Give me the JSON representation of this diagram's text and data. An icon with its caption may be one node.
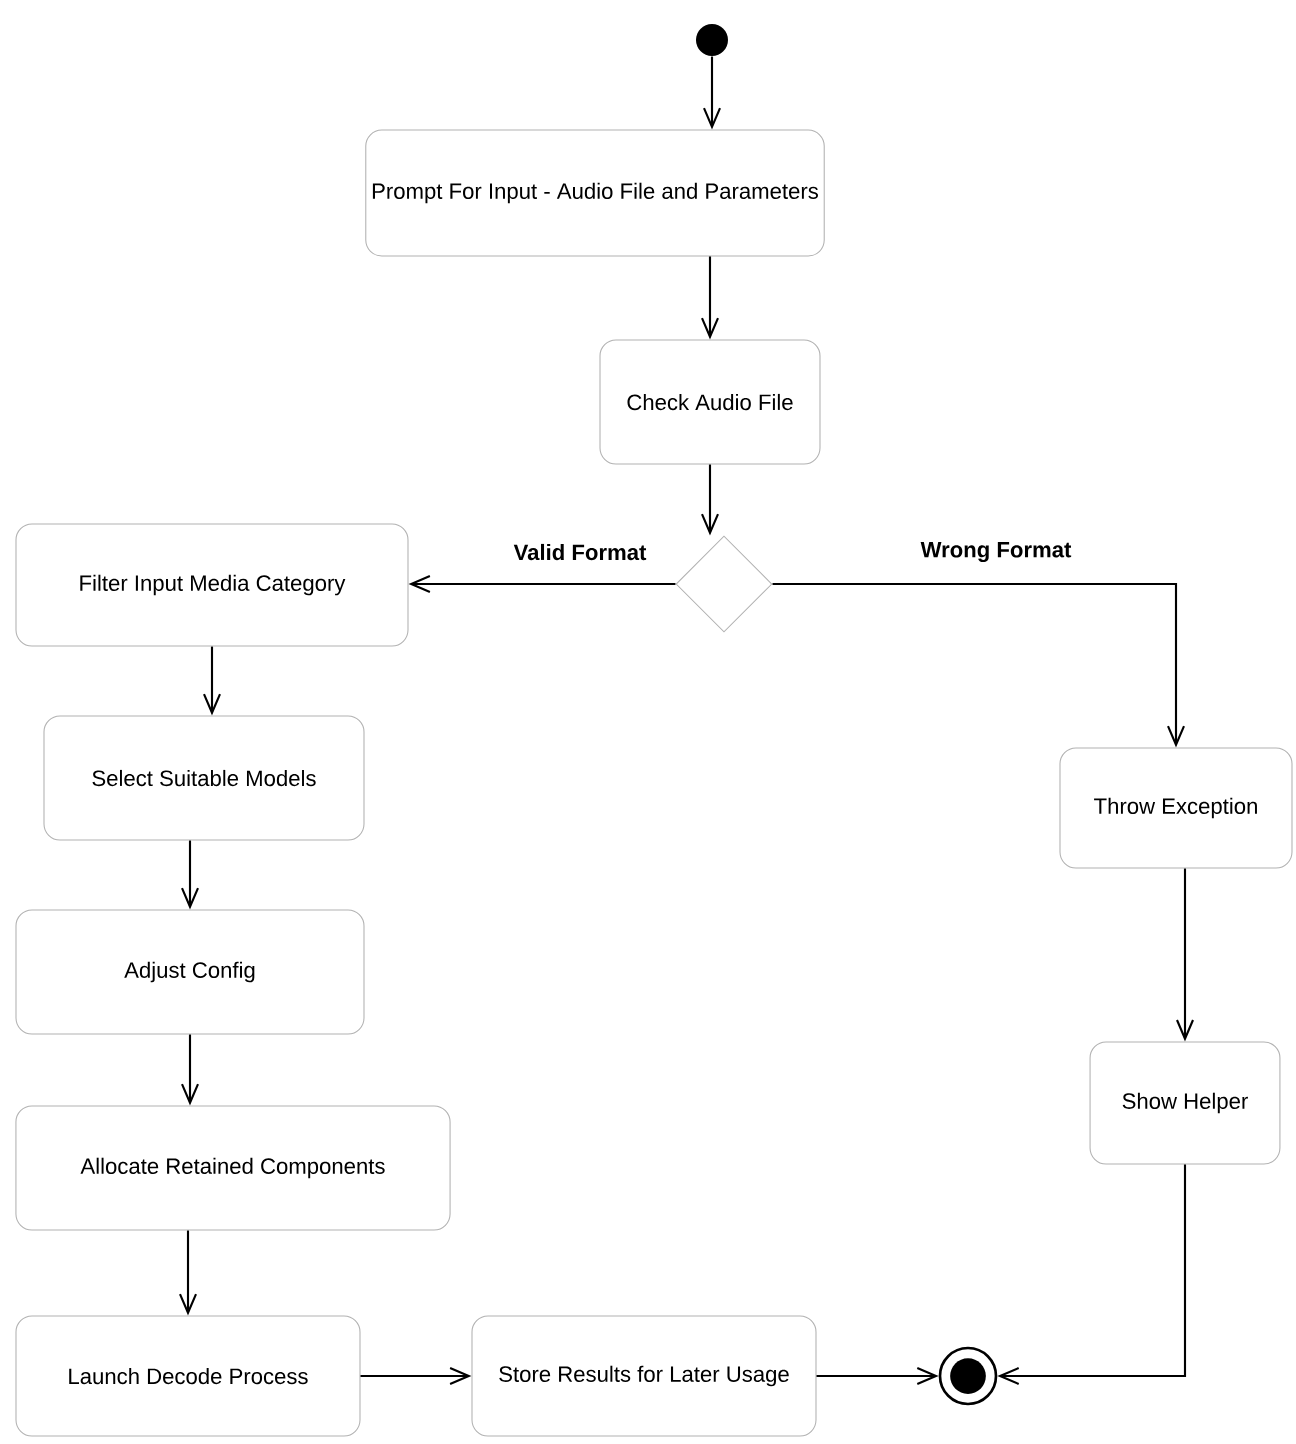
{
  "diagram": {
    "nodes": [
      {
        "text": [],
        "shape": "circle"
      },
      {
        "text": [
          "Prompt For Input - Audio File and Parameters"
        ]
      },
      {
        "text": [
          "Check Audio File"
        ]
      },
      {
        "text": [],
        "shape": "diamond"
      },
      {
        "text": [
          "Filter Input Media Category"
        ]
      },
      {
        "text": [
          "Select Suitable Models"
        ]
      },
      {
        "text": [
          "Adjust Config"
        ]
      },
      {
        "text": [
          "Allocate Retained Components"
        ]
      },
      {
        "text": [
          "Launch Decode Process"
        ]
      },
      {
        "text": [
          "Store Results for Later Usage"
        ]
      },
      {
        "text": [],
        "shape": "circle"
      },
      {
        "text": [
          "Throw Exception"
        ]
      },
      {
        "text": [
          "Show Helper"
        ]
      }
    ],
    "edges": [
      {
        "from": 0,
        "to": 1,
        "arrow": "to"
      },
      {
        "from": 1,
        "to": 2,
        "arrow": "to"
      },
      {
        "from": 2,
        "to": 3,
        "arrow": "to"
      },
      {
        "from": 3,
        "to": 4,
        "arrow": "to",
        "label": "Valid Format"
      },
      {
        "from": 3,
        "to": 11,
        "arrow": "to",
        "label": "Wrong Format"
      },
      {
        "from": 4,
        "to": 5,
        "arrow": "to"
      },
      {
        "from": 5,
        "to": 6,
        "arrow": "to"
      },
      {
        "from": 6,
        "to": 7,
        "arrow": "to"
      },
      {
        "from": 7,
        "to": 8,
        "arrow": "to"
      },
      {
        "from": 8,
        "to": 9,
        "arrow": "to"
      },
      {
        "from": 9,
        "to": 10,
        "arrow": "to"
      },
      {
        "from": 11,
        "to": 12,
        "arrow": "to"
      },
      {
        "from": 12,
        "to": 10,
        "arrow": "to"
      }
    ]
  }
}
